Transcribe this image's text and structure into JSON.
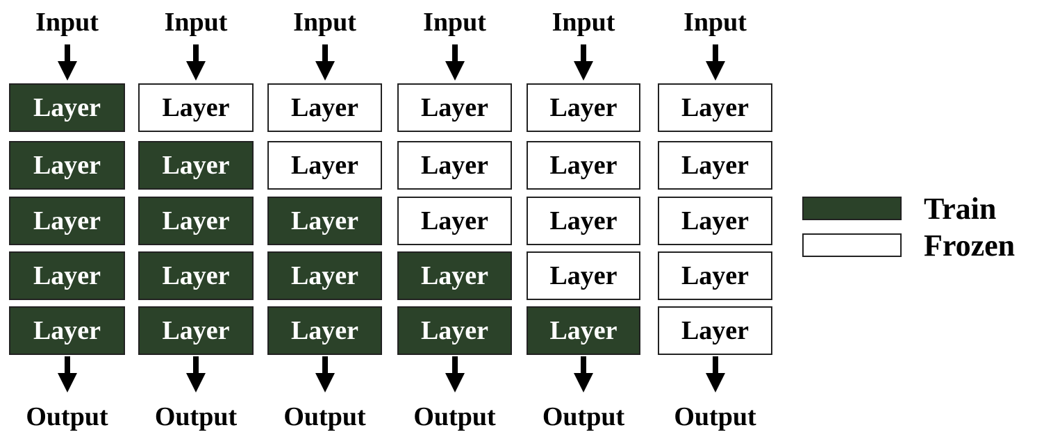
{
  "colors": {
    "train": "#2b4229",
    "frozen": "#ffffff",
    "border": "#222222"
  },
  "columns": [
    {
      "input": "Input",
      "output": "Output",
      "layers": [
        {
          "label": "Layer",
          "state": "train"
        },
        {
          "label": "Layer",
          "state": "train"
        },
        {
          "label": "Layer",
          "state": "train"
        },
        {
          "label": "Layer",
          "state": "train"
        },
        {
          "label": "Layer",
          "state": "train"
        }
      ]
    },
    {
      "input": "Input",
      "output": "Output",
      "layers": [
        {
          "label": "Layer",
          "state": "frozen"
        },
        {
          "label": "Layer",
          "state": "train"
        },
        {
          "label": "Layer",
          "state": "train"
        },
        {
          "label": "Layer",
          "state": "train"
        },
        {
          "label": "Layer",
          "state": "train"
        }
      ]
    },
    {
      "input": "Input",
      "output": "Output",
      "layers": [
        {
          "label": "Layer",
          "state": "frozen"
        },
        {
          "label": "Layer",
          "state": "frozen"
        },
        {
          "label": "Layer",
          "state": "train"
        },
        {
          "label": "Layer",
          "state": "train"
        },
        {
          "label": "Layer",
          "state": "train"
        }
      ]
    },
    {
      "input": "Input",
      "output": "Output",
      "layers": [
        {
          "label": "Layer",
          "state": "frozen"
        },
        {
          "label": "Layer",
          "state": "frozen"
        },
        {
          "label": "Layer",
          "state": "frozen"
        },
        {
          "label": "Layer",
          "state": "train"
        },
        {
          "label": "Layer",
          "state": "train"
        }
      ]
    },
    {
      "input": "Input",
      "output": "Output",
      "layers": [
        {
          "label": "Layer",
          "state": "frozen"
        },
        {
          "label": "Layer",
          "state": "frozen"
        },
        {
          "label": "Layer",
          "state": "frozen"
        },
        {
          "label": "Layer",
          "state": "frozen"
        },
        {
          "label": "Layer",
          "state": "train"
        }
      ]
    },
    {
      "input": "Input",
      "output": "Output",
      "layers": [
        {
          "label": "Layer",
          "state": "frozen"
        },
        {
          "label": "Layer",
          "state": "frozen"
        },
        {
          "label": "Layer",
          "state": "frozen"
        },
        {
          "label": "Layer",
          "state": "frozen"
        },
        {
          "label": "Layer",
          "state": "frozen"
        }
      ]
    }
  ],
  "legend": {
    "train_label": "Train",
    "frozen_label": "Frozen"
  }
}
